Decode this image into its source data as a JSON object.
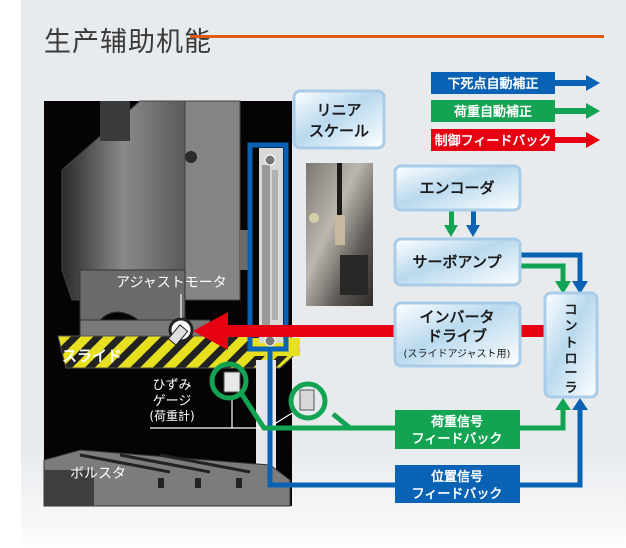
{
  "title": "生产辅助机能",
  "colors": {
    "accent_rule": "#e05a10",
    "bdc_blue": "#0a62b4",
    "load_green": "#12a452",
    "control_red": "#e60012"
  },
  "legend": [
    {
      "label": "下死点自動補正",
      "color": "#0a62b4"
    },
    {
      "label": "荷重自動補正",
      "color": "#12a452"
    },
    {
      "label": "制御フィードバック",
      "color": "#e60012"
    }
  ],
  "components": {
    "linear_scale": [
      "リニア",
      "スケール"
    ],
    "encoder": "エンコーダ",
    "servo_amp": "サーボアンプ",
    "inverter": [
      "インバータ",
      "ドライブ",
      "(スライドアジャスト用)"
    ],
    "controller": [
      "コ",
      "ン",
      "ト",
      "ロ",
      "ー",
      "ラ"
    ]
  },
  "machine_labels": {
    "adjust_motor": "アジャストモータ",
    "slide": "スライド",
    "strain_gauge": [
      "ひずみ",
      "ゲージ",
      "(荷重計)"
    ],
    "bolster": "ボルスタ"
  },
  "feedback": {
    "load": [
      "荷重信号",
      "フィードバック"
    ],
    "position": [
      "位置信号",
      "フィードバック"
    ]
  }
}
